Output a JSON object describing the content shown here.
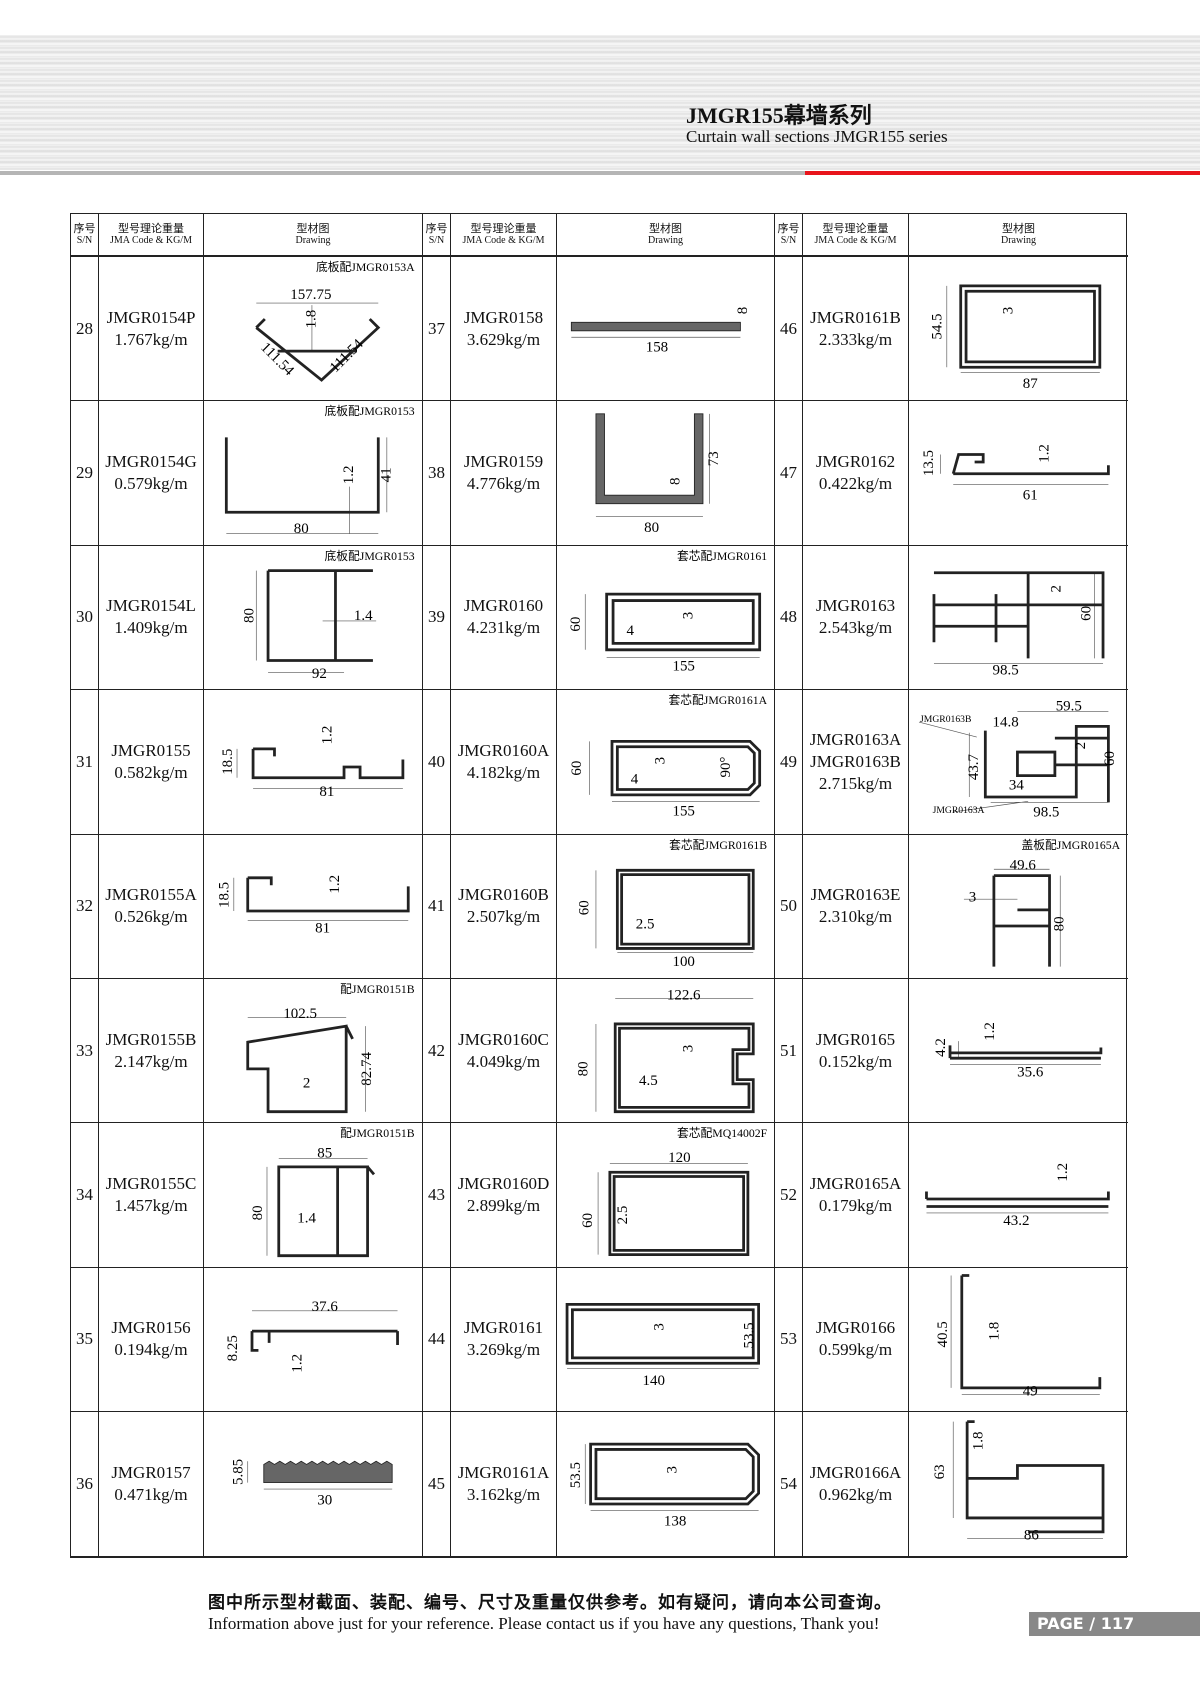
{
  "header": {
    "title": "JMGR155幕墙系列",
    "subtitle": "Curtain wall sections JMGR155 series"
  },
  "table_header": {
    "sn_cn": "序号",
    "sn_en": "S/N",
    "code_cn": "型号理论重量",
    "code_en": "JMA Code & KG/M",
    "drawing_cn": "型材图",
    "drawing_en": "Drawing"
  },
  "columns": [
    {
      "rows": [
        {
          "sn": "28",
          "code": "JMGR0154P",
          "weight": "1.767kg/m",
          "note": "底板配JMGR0153A",
          "dims": [
            "157.75",
            "1.8",
            "111.54",
            "111.54"
          ]
        },
        {
          "sn": "29",
          "code": "JMGR0154G",
          "weight": "0.579kg/m",
          "note": "底板配JMGR0153",
          "dims": [
            "80",
            "1.2",
            "41"
          ]
        },
        {
          "sn": "30",
          "code": "JMGR0154L",
          "weight": "1.409kg/m",
          "note": "底板配JMGR0153",
          "dims": [
            "80",
            "1.4",
            "92"
          ]
        },
        {
          "sn": "31",
          "code": "JMGR0155",
          "weight": "0.582kg/m",
          "note": "",
          "dims": [
            "18.5",
            "1.2",
            "81"
          ]
        },
        {
          "sn": "32",
          "code": "JMGR0155A",
          "weight": "0.526kg/m",
          "note": "",
          "dims": [
            "18.5",
            "1.2",
            "81"
          ]
        },
        {
          "sn": "33",
          "code": "JMGR0155B",
          "weight": "2.147kg/m",
          "note": "配JMGR0151B",
          "dims": [
            "102.5",
            "2",
            "82.74"
          ]
        },
        {
          "sn": "34",
          "code": "JMGR0155C",
          "weight": "1.457kg/m",
          "note": "配JMGR0151B",
          "dims": [
            "85",
            "80",
            "1.4"
          ]
        },
        {
          "sn": "35",
          "code": "JMGR0156",
          "weight": "0.194kg/m",
          "note": "",
          "dims": [
            "37.6",
            "8.25",
            "1.2"
          ]
        },
        {
          "sn": "36",
          "code": "JMGR0157",
          "weight": "0.471kg/m",
          "note": "",
          "dims": [
            "5.85",
            "30"
          ]
        }
      ]
    },
    {
      "rows": [
        {
          "sn": "37",
          "code": "JMGR0158",
          "weight": "3.629kg/m",
          "note": "",
          "dims": [
            "8",
            "158"
          ]
        },
        {
          "sn": "38",
          "code": "JMGR0159",
          "weight": "4.776kg/m",
          "note": "",
          "dims": [
            "8",
            "73",
            "80"
          ]
        },
        {
          "sn": "39",
          "code": "JMGR0160",
          "weight": "4.231kg/m",
          "note": "套芯配JMGR0161",
          "dims": [
            "60",
            "4",
            "3",
            "155"
          ]
        },
        {
          "sn": "40",
          "code": "JMGR0160A",
          "weight": "4.182kg/m",
          "note": "套芯配JMGR0161A",
          "dims": [
            "60",
            "4",
            "3",
            "90°",
            "155"
          ]
        },
        {
          "sn": "41",
          "code": "JMGR0160B",
          "weight": "2.507kg/m",
          "note": "套芯配JMGR0161B",
          "dims": [
            "60",
            "2.5",
            "100"
          ]
        },
        {
          "sn": "42",
          "code": "JMGR0160C",
          "weight": "4.049kg/m",
          "note": "",
          "dims": [
            "122.6",
            "80",
            "3",
            "4.5"
          ]
        },
        {
          "sn": "43",
          "code": "JMGR0160D",
          "weight": "2.899kg/m",
          "note": "套芯配MQ14002F",
          "dims": [
            "120",
            "60",
            "2.5"
          ]
        },
        {
          "sn": "44",
          "code": "JMGR0161",
          "weight": "3.269kg/m",
          "note": "",
          "dims": [
            "3",
            "53.5",
            "140"
          ]
        },
        {
          "sn": "45",
          "code": "JMGR0161A",
          "weight": "3.162kg/m",
          "note": "",
          "dims": [
            "53.5",
            "3",
            "138"
          ]
        }
      ]
    },
    {
      "rows": [
        {
          "sn": "46",
          "code": "JMGR0161B",
          "weight": "2.333kg/m",
          "note": "",
          "dims": [
            "54.5",
            "3",
            "87"
          ]
        },
        {
          "sn": "47",
          "code": "JMGR0162",
          "weight": "0.422kg/m",
          "note": "",
          "dims": [
            "13.5",
            "1.2",
            "61"
          ]
        },
        {
          "sn": "48",
          "code": "JMGR0163",
          "weight": "2.543kg/m",
          "note": "",
          "dims": [
            "2",
            "60",
            "98.5"
          ]
        },
        {
          "sn": "49",
          "code": "JMGR0163A",
          "code2": "JMGR0163B",
          "weight": "2.715kg/m",
          "note": "",
          "dims": [
            "JMGR0163B",
            "14.8",
            "59.5",
            "2",
            "60",
            "43.7",
            "34",
            "JMGR0163A",
            "98.5"
          ]
        },
        {
          "sn": "50",
          "code": "JMGR0163E",
          "weight": "2.310kg/m",
          "note": "盖板配JMGR0165A",
          "dims": [
            "49.6",
            "3",
            "80"
          ]
        },
        {
          "sn": "51",
          "code": "JMGR0165",
          "weight": "0.152kg/m",
          "note": "",
          "dims": [
            "4.2",
            "1.2",
            "35.6"
          ]
        },
        {
          "sn": "52",
          "code": "JMGR0165A",
          "weight": "0.179kg/m",
          "note": "",
          "dims": [
            "1.2",
            "43.2"
          ]
        },
        {
          "sn": "53",
          "code": "JMGR0166",
          "weight": "0.599kg/m",
          "note": "",
          "dims": [
            "40.5",
            "1.8",
            "49"
          ]
        },
        {
          "sn": "54",
          "code": "JMGR0166A",
          "weight": "0.962kg/m",
          "note": "",
          "dims": [
            "63",
            "1.8",
            "86"
          ]
        }
      ]
    }
  ],
  "footer": {
    "cn": "图中所示型材截面、装配、编号、尺寸及重量仅供参考。如有疑问，请向本公司查询。",
    "en": "Information above just for your reference. Please contact us if you have any questions, Thank you!",
    "page_label": "PAGE",
    "page_sep": "/",
    "page_number": "117"
  }
}
